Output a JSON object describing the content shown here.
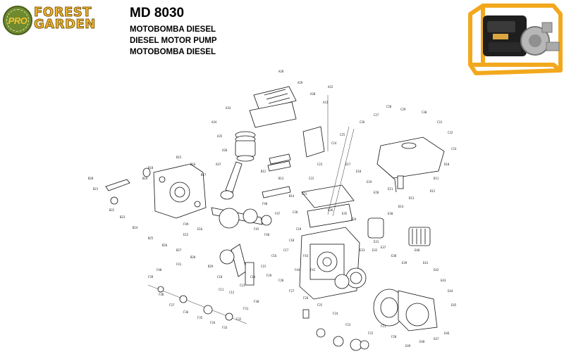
{
  "brand": {
    "badge_text": "PRO",
    "name_line1": "FOREST",
    "name_line2": "GARDEN",
    "badge_color": "#6f8a2e",
    "name_color": "#f2b630"
  },
  "header": {
    "model": "MD 8030",
    "lines": [
      "MOTOBOMBA DIESEL",
      "DIESEL MOTOR PUMP",
      "MOTOBOMBA DIESEL"
    ]
  },
  "product_photo": {
    "frame_color": "#f2a81d"
  },
  "diagram": {
    "labels": [
      "A28",
      "A29",
      "A30",
      "A31",
      "A32",
      "A33",
      "A34",
      "A35",
      "A36",
      "A37",
      "B12",
      "B13",
      "B14",
      "B15",
      "B16",
      "B17",
      "B18",
      "B19",
      "B20",
      "B21",
      "B22",
      "B23",
      "B24",
      "B25",
      "B26",
      "B27",
      "B28",
      "B29",
      "C10",
      "C11",
      "C12",
      "C13",
      "C14",
      "C15",
      "C16",
      "C17",
      "C18",
      "C19",
      "C20",
      "C21",
      "C22",
      "C23",
      "C24",
      "C25",
      "C26",
      "C27",
      "C28",
      "C29",
      "C30",
      "C31",
      "C32",
      "C33",
      "D10",
      "D11",
      "D12",
      "D13",
      "D14",
      "E30",
      "E31",
      "E32",
      "E33",
      "E34",
      "E35",
      "E36",
      "E37",
      "E38",
      "E39",
      "E40",
      "E41",
      "E42",
      "E43",
      "E44",
      "E45",
      "E46",
      "E47",
      "E48",
      "E49",
      "F20",
      "F21",
      "F22",
      "F23",
      "F24",
      "F25",
      "F26",
      "F27",
      "F28",
      "F29",
      "F30",
      "F31",
      "F32",
      "F33",
      "F34",
      "F35",
      "F36",
      "F37",
      "F38",
      "F39",
      "F40",
      "F41",
      "F42",
      "F43",
      "F44",
      "F45",
      "F46",
      "F47",
      "F48",
      "F49",
      "E15",
      "E16",
      "E17",
      "E18",
      "E19",
      "E20",
      "E21"
    ]
  }
}
